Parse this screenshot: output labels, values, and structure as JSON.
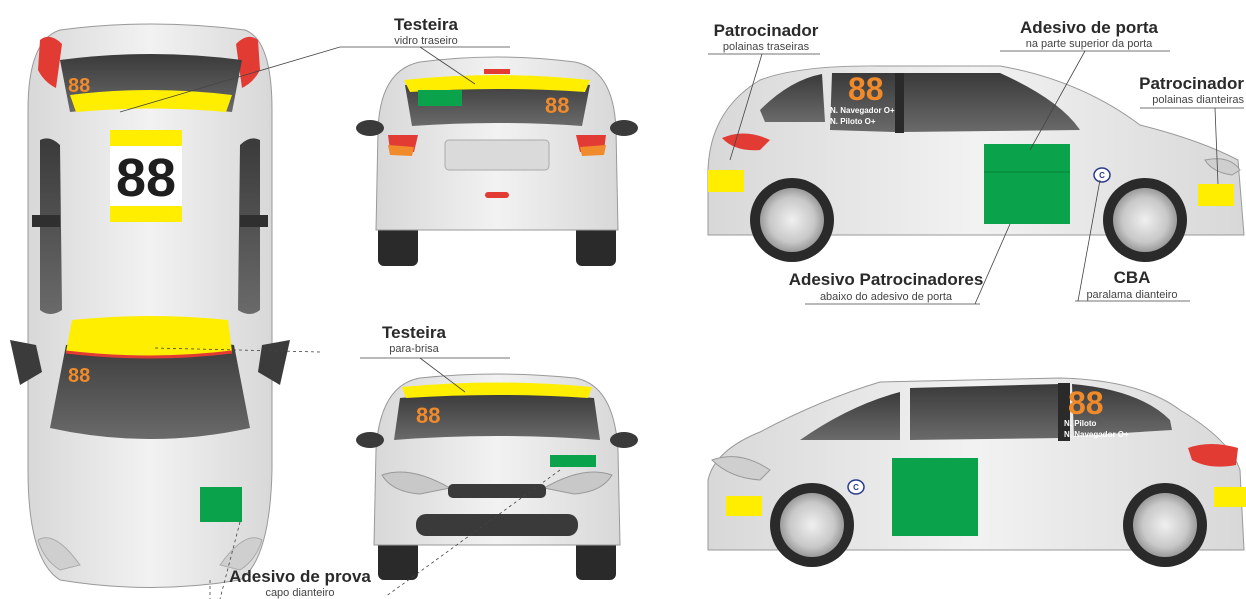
{
  "car_number": "88",
  "colors": {
    "yellow": "#ffee00",
    "green": "#0aa24a",
    "orange": "#f08a2a",
    "red": "#e23b34",
    "body": "#e6e6e6",
    "glass": "#4a4a4a"
  },
  "labels": {
    "testeira_rear": {
      "title": "Testeira",
      "sub": "vidro traseiro"
    },
    "testeira_front": {
      "title": "Testeira",
      "sub": "para-brisa"
    },
    "adesivo_prova": {
      "title": "Adesivo de prova",
      "sub": "capo dianteiro"
    },
    "patrocinador_rear": {
      "title": "Patrocinador",
      "sub": "polainas traseiras"
    },
    "adesivo_porta": {
      "title": "Adesivo de porta",
      "sub": "na parte superior da porta"
    },
    "patrocinador_front": {
      "title": "Patrocinador",
      "sub": "polainas dianteiras"
    },
    "adesivo_patrocinadores": {
      "title": "Adesivo Patrocinadores",
      "sub": "abaixo do adesivo de porta"
    },
    "cba": {
      "title": "CBA",
      "sub": "paralama dianteiro"
    }
  },
  "crew_right": {
    "line1": "N. Navegador O+",
    "line2": "N. Piloto O+"
  },
  "crew_left": {
    "line1": "N. Piloto",
    "line2": "N. Navegador O+"
  },
  "cba_logo": "CBA-logo-icon"
}
